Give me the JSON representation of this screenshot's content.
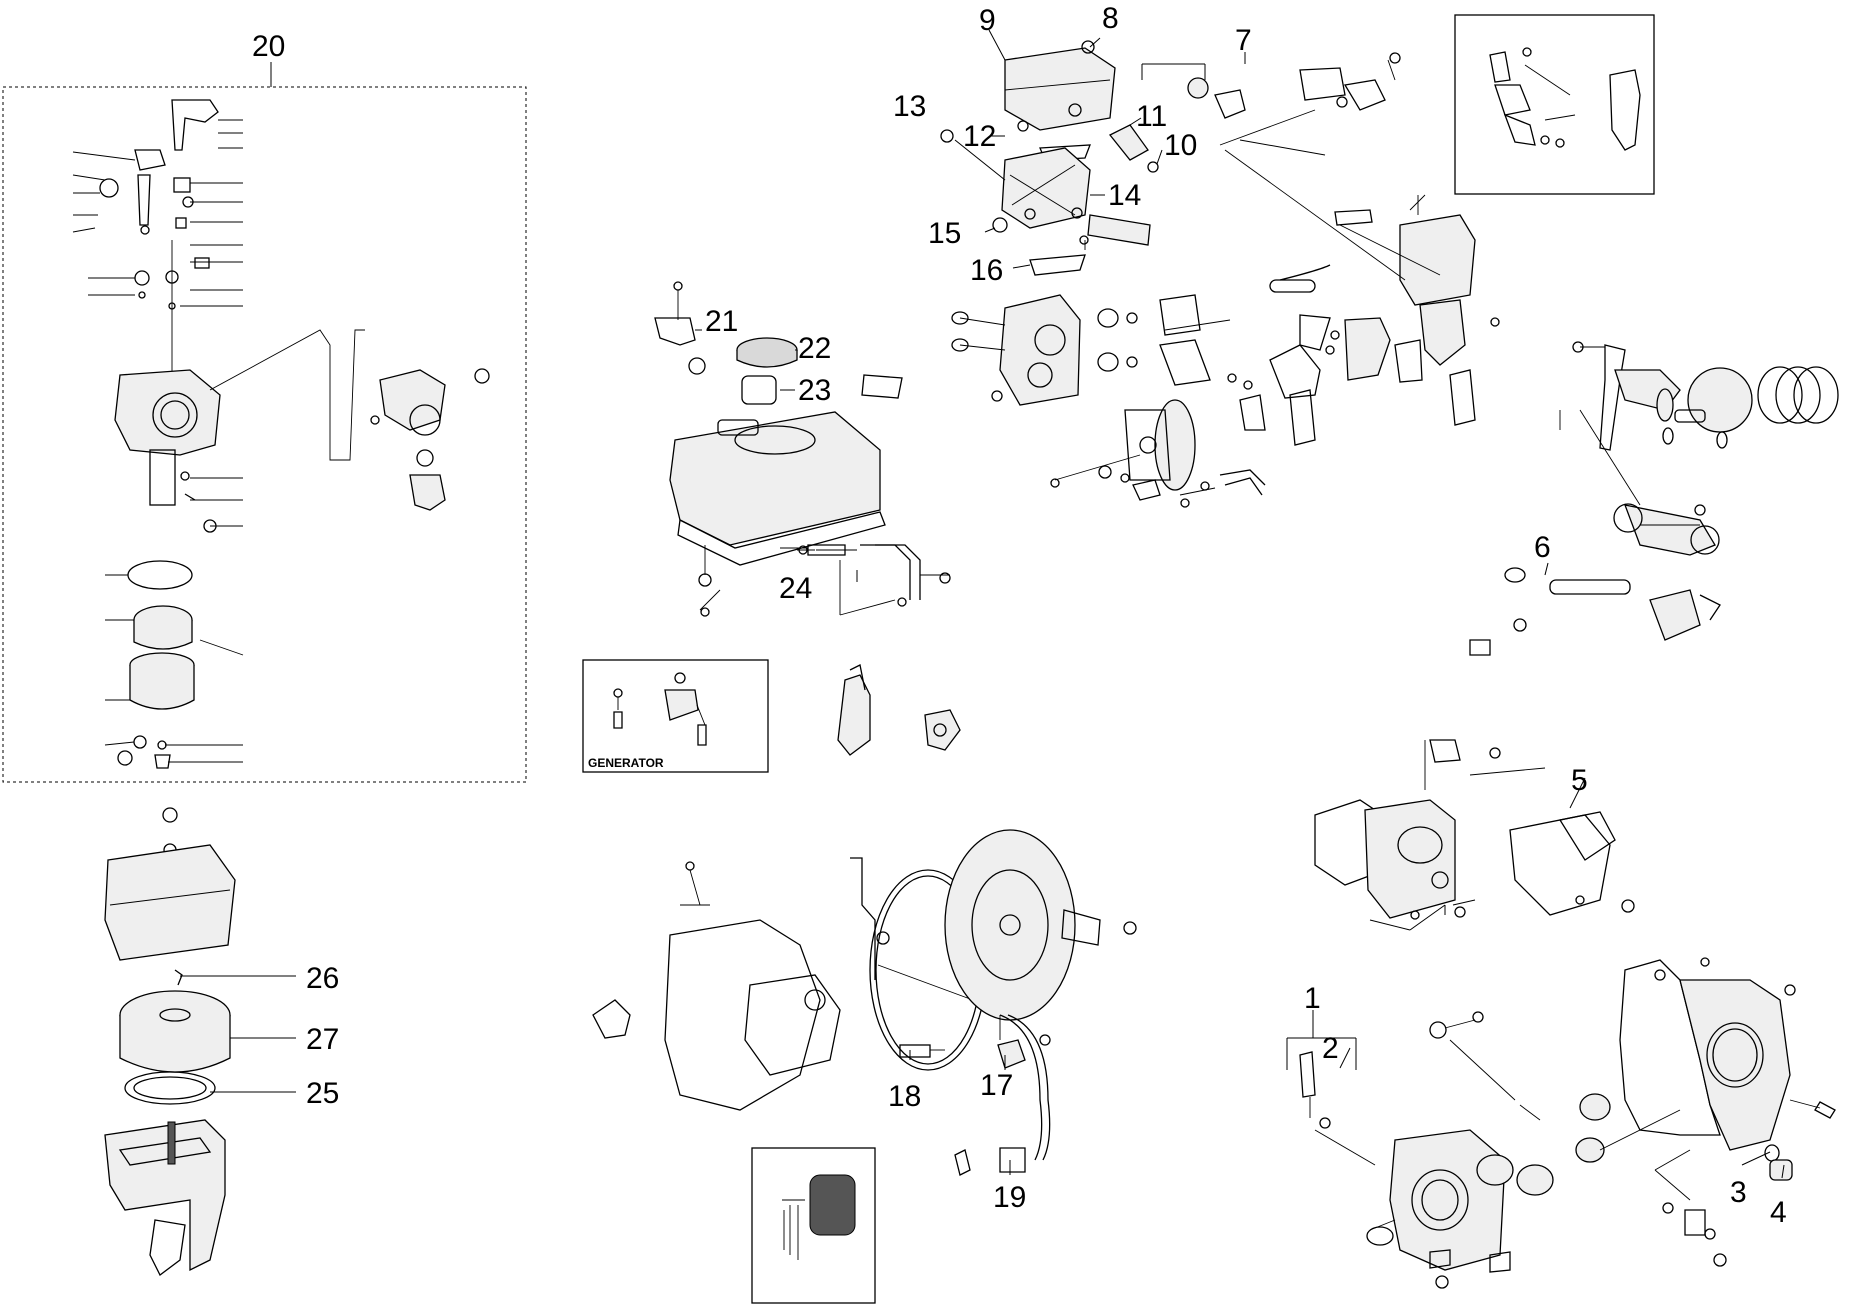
{
  "diagram": {
    "callouts": [
      {
        "id": "1",
        "label": "1"
      },
      {
        "id": "2",
        "label": "2"
      },
      {
        "id": "3",
        "label": "3"
      },
      {
        "id": "4",
        "label": "4"
      },
      {
        "id": "5",
        "label": "5"
      },
      {
        "id": "6",
        "label": "6"
      },
      {
        "id": "7",
        "label": "7"
      },
      {
        "id": "8",
        "label": "8"
      },
      {
        "id": "9",
        "label": "9"
      },
      {
        "id": "10",
        "label": "10"
      },
      {
        "id": "11",
        "label": "11"
      },
      {
        "id": "12",
        "label": "12"
      },
      {
        "id": "13",
        "label": "13"
      },
      {
        "id": "14",
        "label": "14"
      },
      {
        "id": "15",
        "label": "15"
      },
      {
        "id": "16",
        "label": "16"
      },
      {
        "id": "17",
        "label": "17"
      },
      {
        "id": "18",
        "label": "18"
      },
      {
        "id": "19",
        "label": "19"
      },
      {
        "id": "20",
        "label": "20"
      },
      {
        "id": "21",
        "label": "21"
      },
      {
        "id": "22",
        "label": "22"
      },
      {
        "id": "23",
        "label": "23"
      },
      {
        "id": "24",
        "label": "24"
      },
      {
        "id": "25",
        "label": "25"
      },
      {
        "id": "26",
        "label": "26"
      },
      {
        "id": "27",
        "label": "27"
      }
    ],
    "generator_caption": "GENERATOR"
  }
}
